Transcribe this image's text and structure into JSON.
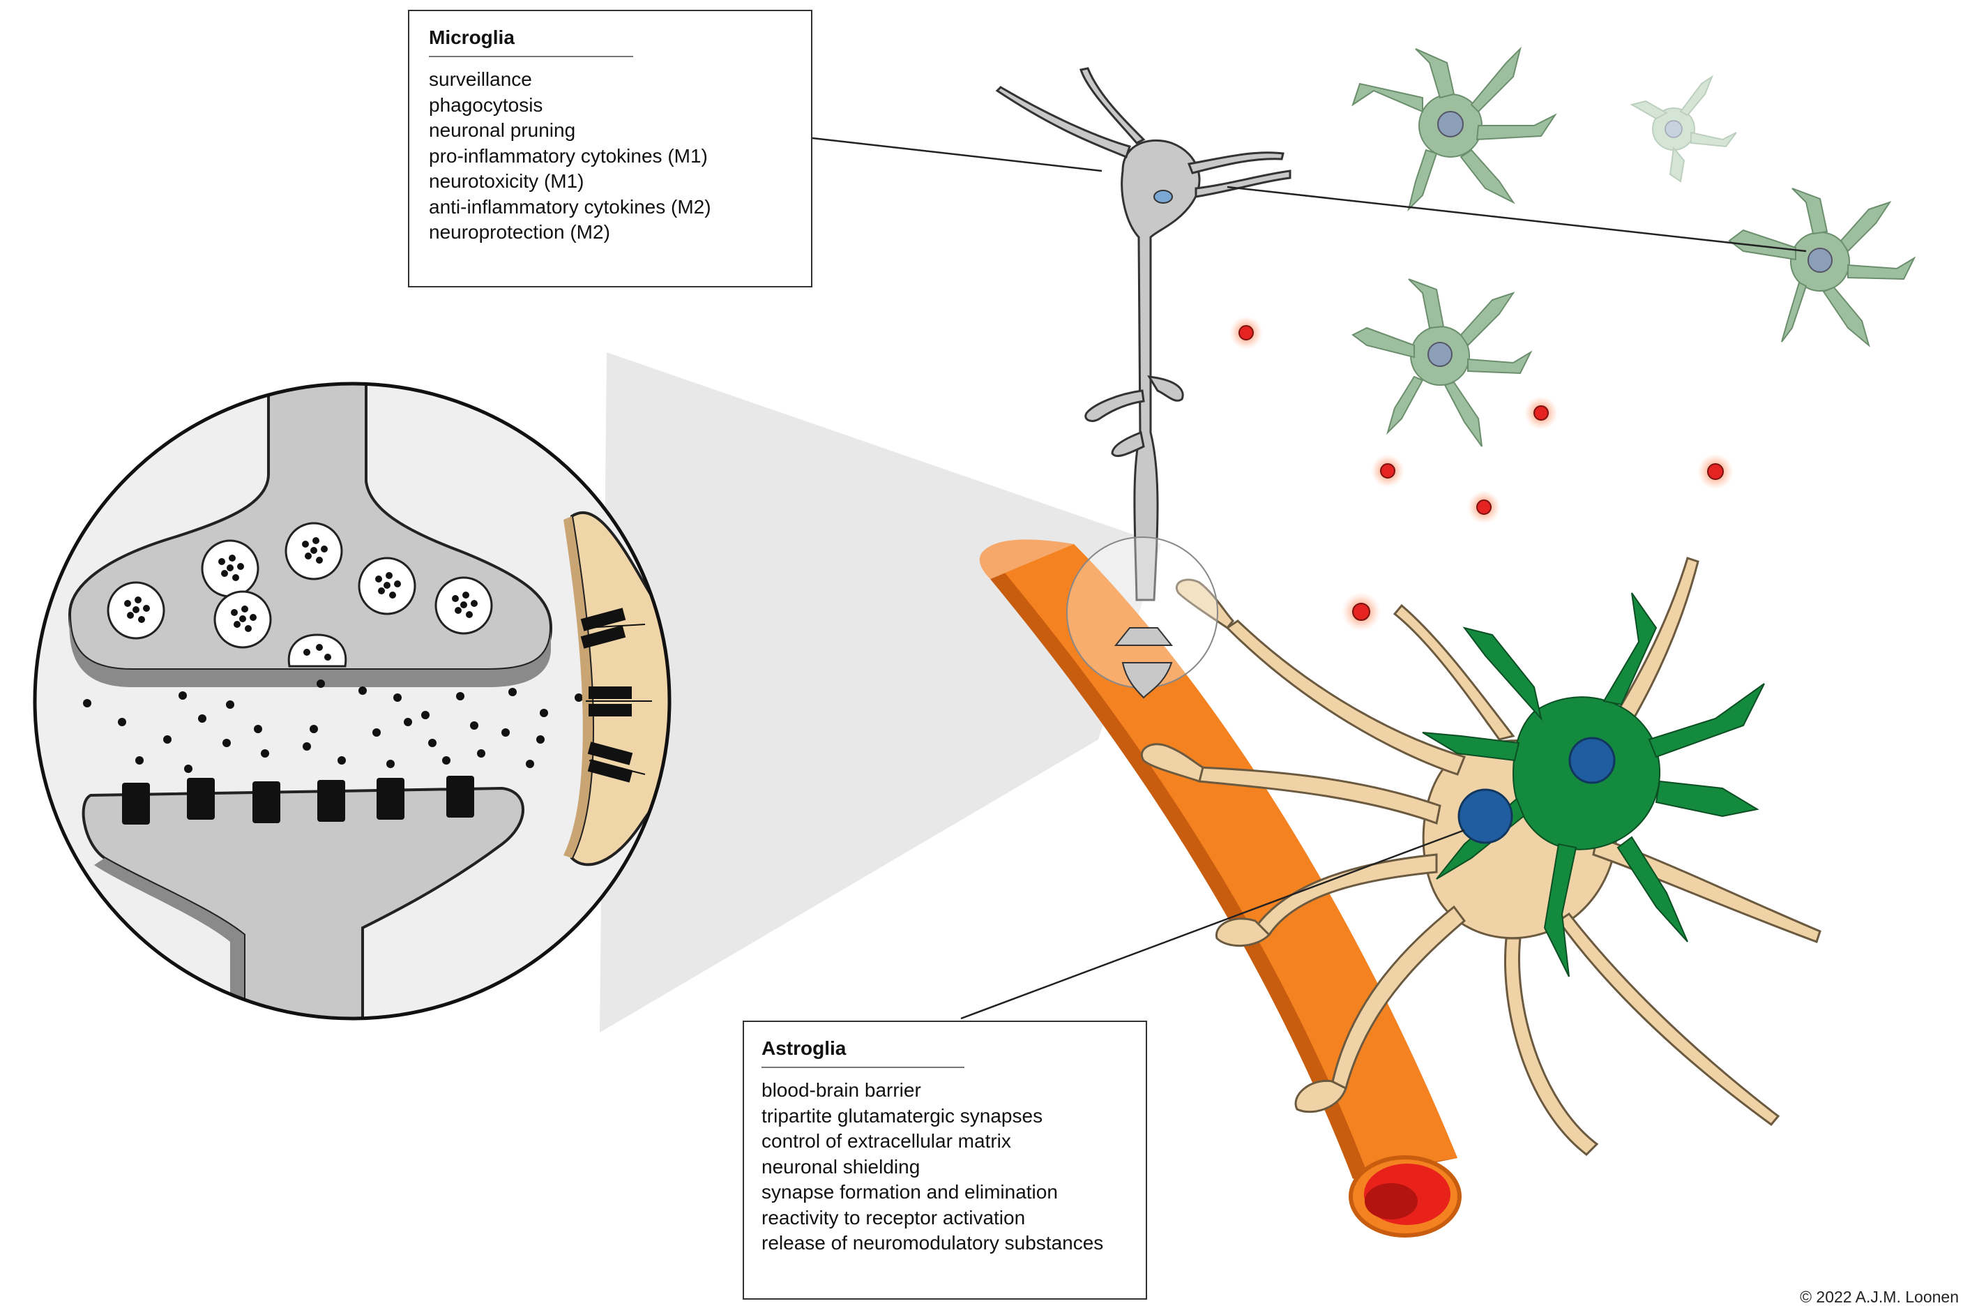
{
  "microglia": {
    "title": "Microglia",
    "functions": [
      "surveillance",
      "phagocytosis",
      "neuronal pruning",
      "pro-inflammatory cytokines (M1)",
      "neurotoxicity (M1)",
      "anti-inflammatory cytokines (M2)",
      "neuroprotection (M2)"
    ]
  },
  "astroglia": {
    "title": "Astroglia",
    "functions": [
      "blood-brain barrier",
      "tripartite glutamatergic synapses",
      "control of extracellular matrix",
      "neuronal shielding",
      "synapse formation and elimination",
      "reactivity to receptor activation",
      "release of neuromodulatory substances"
    ]
  },
  "copyright": "© 2022 A.J.M. Loonen",
  "colors": {
    "neuron_gray": "#c8c8c8",
    "postsynaptic_tan": "#f0d5a8",
    "astrocyte_tan": "#efd3a6",
    "astrocyte_green": "#138a3e",
    "microglia_green": "#9dbf9f",
    "vessel_orange": "#f58220",
    "vessel_lumen_red": "#e8221b",
    "cytokine_red": "#e52421",
    "nucleus_blue": "#1f5ca0"
  }
}
